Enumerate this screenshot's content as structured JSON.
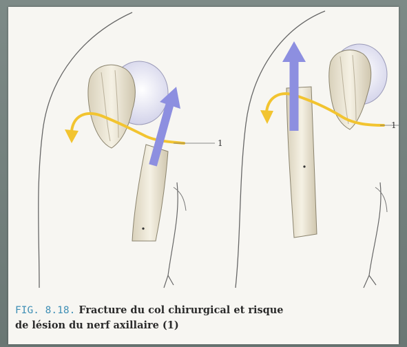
{
  "caption": {
    "fig_label": "FIG. 8.18.",
    "line1": "Fracture du col chirurgical et risque",
    "line2": "de lésion du nerf axillaire (1)"
  },
  "illustration": {
    "left_panel": {
      "nerve_label": "1"
    },
    "right_panel": {
      "nerve_label": "1"
    }
  },
  "colors": {
    "arrow_blue": "#8d8fe0",
    "nerve_yellow": "#f2c430",
    "bone": "#efe9d8",
    "humeral_head": "#dcdcf0",
    "outline": "#555555",
    "fig_label": "#3f8fb5"
  }
}
